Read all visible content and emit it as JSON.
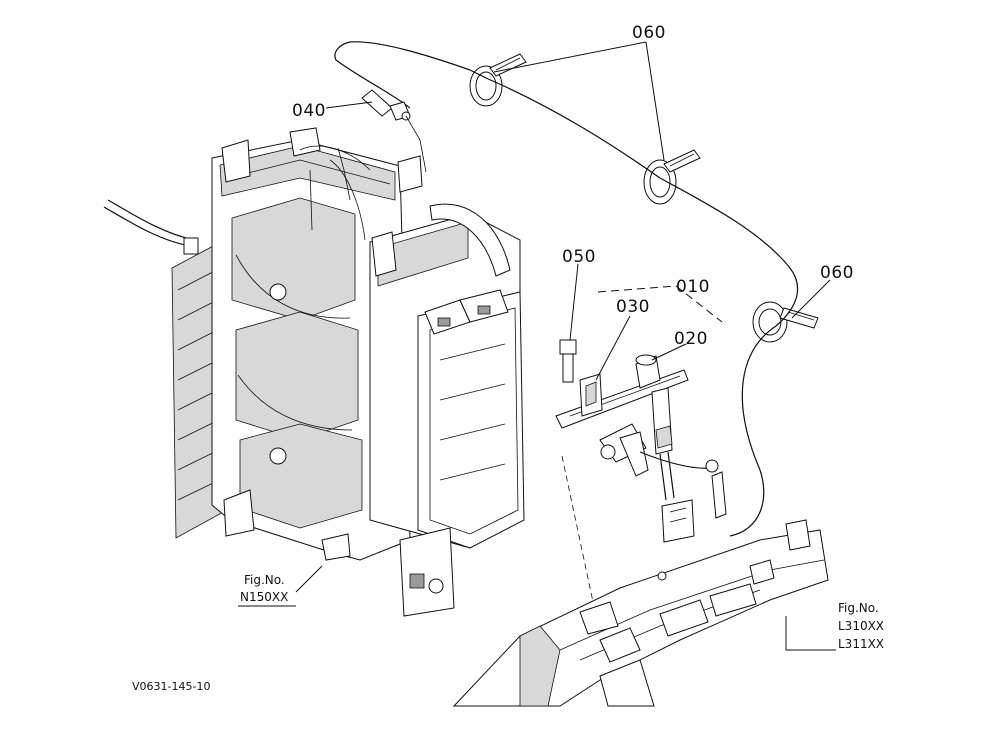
{
  "callouts": {
    "p010": "010",
    "p020": "020",
    "p030": "030",
    "p040": "040",
    "p050": "050",
    "p060_top": "060",
    "p060_right": "060"
  },
  "figure_refs": {
    "left": {
      "line1": "Fig.No.",
      "line2": "N150XX"
    },
    "right": {
      "line1": "Fig.No.",
      "line2": "L310XX",
      "line3": "L311XX"
    }
  },
  "drawing_code": "V0631-145-10"
}
